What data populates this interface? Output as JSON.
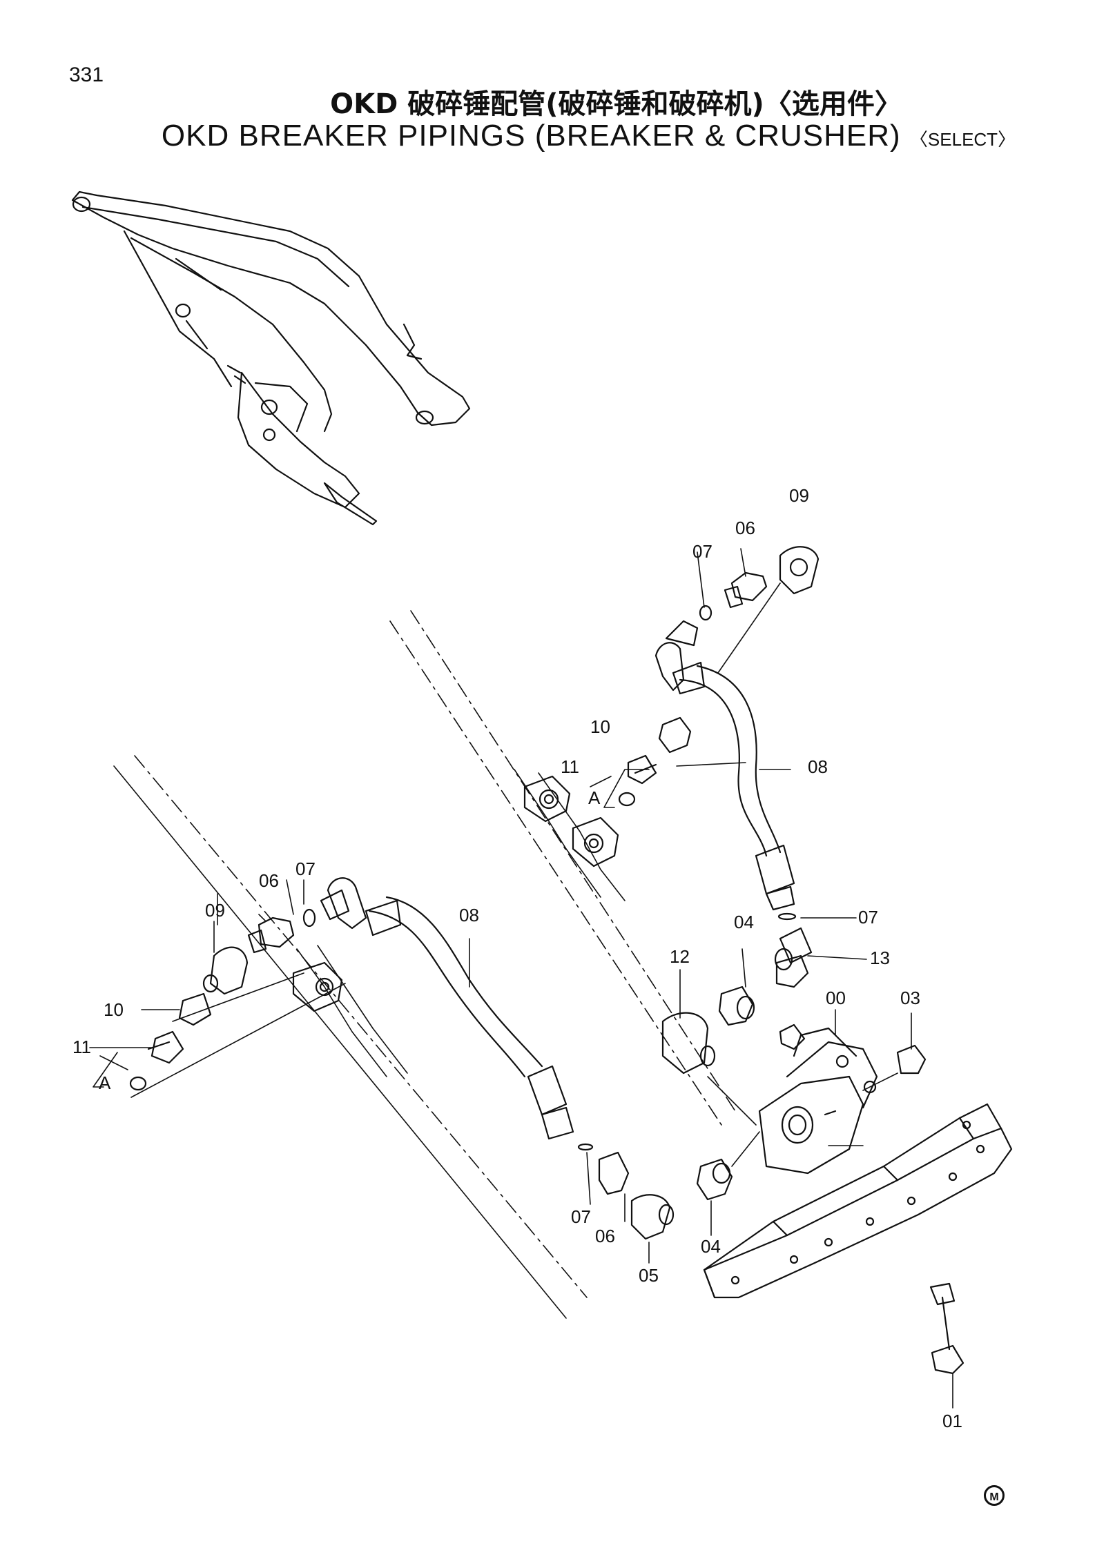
{
  "header": {
    "page_number": "331",
    "title_cn": "OKD 破碎锤配管(破碎锤和破碎机)〈选用件〉",
    "title_en": "OKD BREAKER PIPINGS (BREAKER & CRUSHER)",
    "title_en_select": "〈SELECT〉"
  },
  "labels": {
    "p09_top": "09",
    "p06_top": "06",
    "p07_top": "07",
    "p10_top": "10",
    "p11_top": "11",
    "a_top": "A",
    "p08_top": "08",
    "p07_right": "07",
    "p04_right": "04",
    "p13": "13",
    "p12": "12",
    "p00": "00",
    "p03": "03",
    "p07_left": "07",
    "p06_left": "06",
    "p09_left": "09",
    "p08_left": "08",
    "p10_left": "10",
    "p11_left": "11",
    "a_left": "A",
    "p07_bottom": "07",
    "p06_bottom": "06",
    "p05": "05",
    "p04_bottom": "04",
    "p01": "01"
  },
  "footer": {
    "mark": "M"
  }
}
